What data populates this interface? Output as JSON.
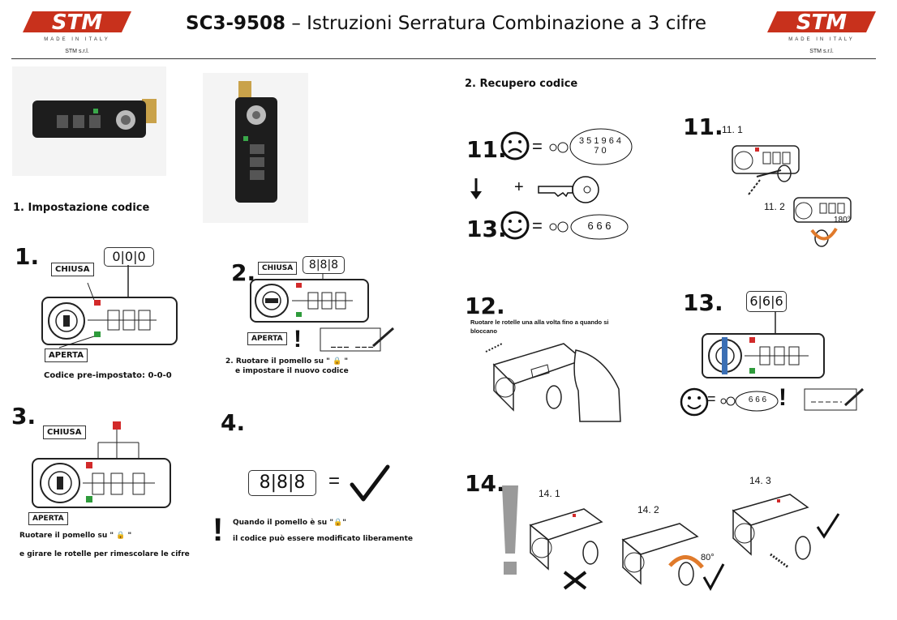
{
  "header": {
    "brand": "STM",
    "brand_tagline": "MADE IN ITALY",
    "company": "STM s.r.l.",
    "title_code": "SC3-9508",
    "title_dash": " – ",
    "title_text": "Istruzioni Serratura Combinazione a 3 cifre"
  },
  "section1": {
    "heading": "1.  Impostazione codice"
  },
  "section2": {
    "heading": "2.  Recupero codice"
  },
  "step1": {
    "number": "1.",
    "code": "0|0|0",
    "closed_label": "CHIUSA",
    "open_label": "APERTA",
    "caption": "Codice pre-impostato: 0-0-0"
  },
  "step2": {
    "number": "2.",
    "code": "8|8|8",
    "closed_label": "CHIUSA",
    "open_label": "APERTA",
    "caption_line1": "2. Ruotare il pomello su  \"  🔒 \"",
    "caption_line2": "e impostare il nuovo codice",
    "blank": "___ ___"
  },
  "step3": {
    "number": "3.",
    "closed_label": "CHIUSA",
    "open_label": "APERTA",
    "caption_line1": "Ruotare il pomello su   \"  🔒  \"",
    "caption_line2": "e girare le rotelle per rimescolare le cifre"
  },
  "step4": {
    "number": "4.",
    "code": "8|8|8",
    "equals": "=",
    "exclaim": "!",
    "note_line1": "Quando il pomello è su  \"🔒\"",
    "note_line2": "il codice può essere modificato liberamente"
  },
  "recovery": {
    "step11_left": "11.",
    "cloud1_digits": "3 5 1 9 6 4 7 0",
    "plus": "+",
    "step13_left": "13.",
    "cloud2_digits": "6 6 6",
    "equals": "="
  },
  "step11": {
    "number": "11.",
    "sub1": "11. 1",
    "sub2": "11. 2",
    "angle": "180°"
  },
  "step12": {
    "number": "12.",
    "caption_line1": "Ruotare le rotelle una alla volta fino a quando si",
    "caption_line2": "bloccano"
  },
  "step13": {
    "number": "13.",
    "code": "6|6|6",
    "cloud_digits": "6 6 6",
    "exclaim": "!"
  },
  "step14": {
    "number": "14.",
    "sub1": "14. 1",
    "sub2": "14. 2",
    "sub3": "14. 3",
    "angle": "80°"
  },
  "colors": {
    "brand_red": "#c8311c",
    "lock_red": "#d22a2a",
    "lock_green": "#2e9b3b",
    "exclaim_gray": "#9a9a9a"
  }
}
